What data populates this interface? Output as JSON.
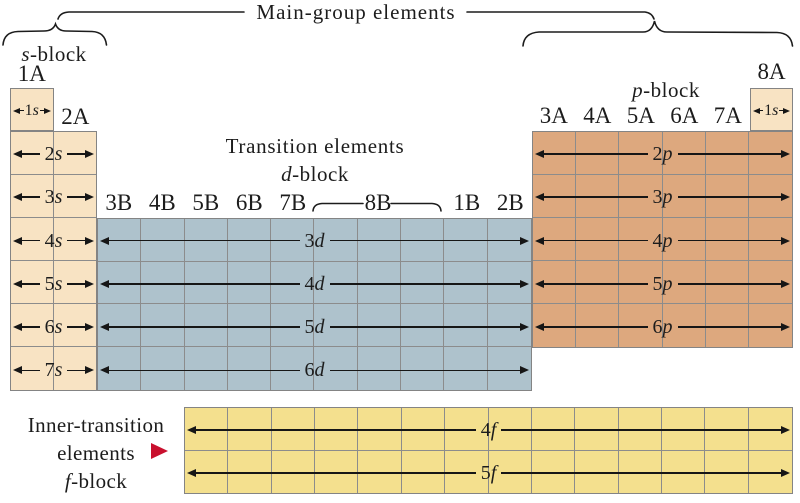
{
  "figure": {
    "main_group_label": "Main-group elements",
    "s_block": {
      "italic": "s",
      "rest": "-block"
    },
    "p_block": {
      "italic": "p",
      "rest": "-block"
    },
    "transition_line": "Transition elements",
    "d_block": {
      "italic": "d",
      "rest": "-block"
    },
    "inner_transition": {
      "line1": "Inner-transition",
      "line2": "elements",
      "f_italic": "f",
      "f_rest": "-block"
    }
  },
  "group_labels": {
    "s_columns": [
      "1A",
      "2A"
    ],
    "d_columns": [
      "3B",
      "4B",
      "5B",
      "6B",
      "7B",
      "8B",
      "1B",
      "2B"
    ],
    "p_columns": [
      "3A",
      "4A",
      "5A",
      "6A",
      "7A"
    ],
    "helium_column": "8A"
  },
  "orbital_rows": {
    "s_row1": "1s",
    "s": [
      "2s",
      "3s",
      "4s",
      "5s",
      "6s",
      "7s"
    ],
    "d": [
      "3d",
      "4d",
      "5d",
      "6d"
    ],
    "p": [
      "2p",
      "3p",
      "4p",
      "5p",
      "6p"
    ],
    "helium": "1s",
    "f": [
      "4f",
      "5f"
    ]
  },
  "colors": {
    "s_block_fill": "#f8e3c3",
    "p_block_fill": "#dda87e",
    "d_block_fill": "#aec2cc",
    "f_block_fill": "#f4e08e",
    "grid_line": "#8c8c8c",
    "accent_red": "#c9102e",
    "text": "#1c1c1c"
  }
}
